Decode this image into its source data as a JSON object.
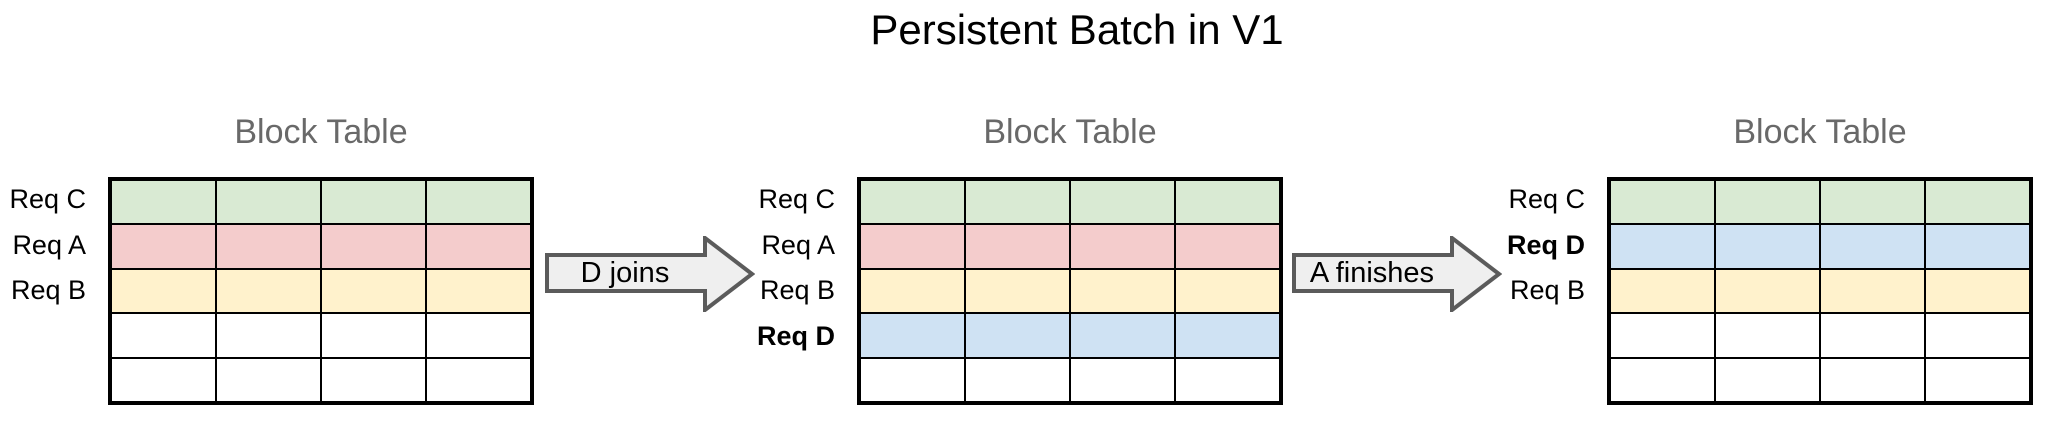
{
  "title": "Persistent Batch in V1",
  "colors": {
    "green": "#d9ead3",
    "red": "#f4cccc",
    "yellow": "#fff2cc",
    "blue": "#cfe2f3",
    "white": "#ffffff",
    "grid_line": "#000000",
    "arrow_fill": "#efefef",
    "arrow_stroke": "#5b5b5b",
    "table_title_gray": "#696969",
    "title_black": "#000000"
  },
  "diagram": {
    "panels": [
      {
        "title": "Block Table",
        "columns": 4,
        "rows": [
          {
            "label": "Req C",
            "color": "green",
            "bold": false
          },
          {
            "label": "Req A",
            "color": "red",
            "bold": false
          },
          {
            "label": "Req B",
            "color": "yellow",
            "bold": false
          },
          {
            "label": "",
            "color": "white",
            "bold": false
          },
          {
            "label": "",
            "color": "white",
            "bold": false
          }
        ]
      },
      {
        "title": "Block Table",
        "columns": 4,
        "rows": [
          {
            "label": "Req C",
            "color": "green",
            "bold": false
          },
          {
            "label": "Req A",
            "color": "red",
            "bold": false
          },
          {
            "label": "Req B",
            "color": "yellow",
            "bold": false
          },
          {
            "label": "Req D",
            "color": "blue",
            "bold": true
          },
          {
            "label": "",
            "color": "white",
            "bold": false
          }
        ]
      },
      {
        "title": "Block Table",
        "columns": 4,
        "rows": [
          {
            "label": "Req C",
            "color": "green",
            "bold": false
          },
          {
            "label": "Req D",
            "color": "blue",
            "bold": true
          },
          {
            "label": "Req B",
            "color": "yellow",
            "bold": false
          },
          {
            "label": "",
            "color": "white",
            "bold": false
          },
          {
            "label": "",
            "color": "white",
            "bold": false
          }
        ]
      }
    ],
    "arrows": [
      {
        "label": "D joins"
      },
      {
        "label": "A finishes"
      }
    ]
  }
}
